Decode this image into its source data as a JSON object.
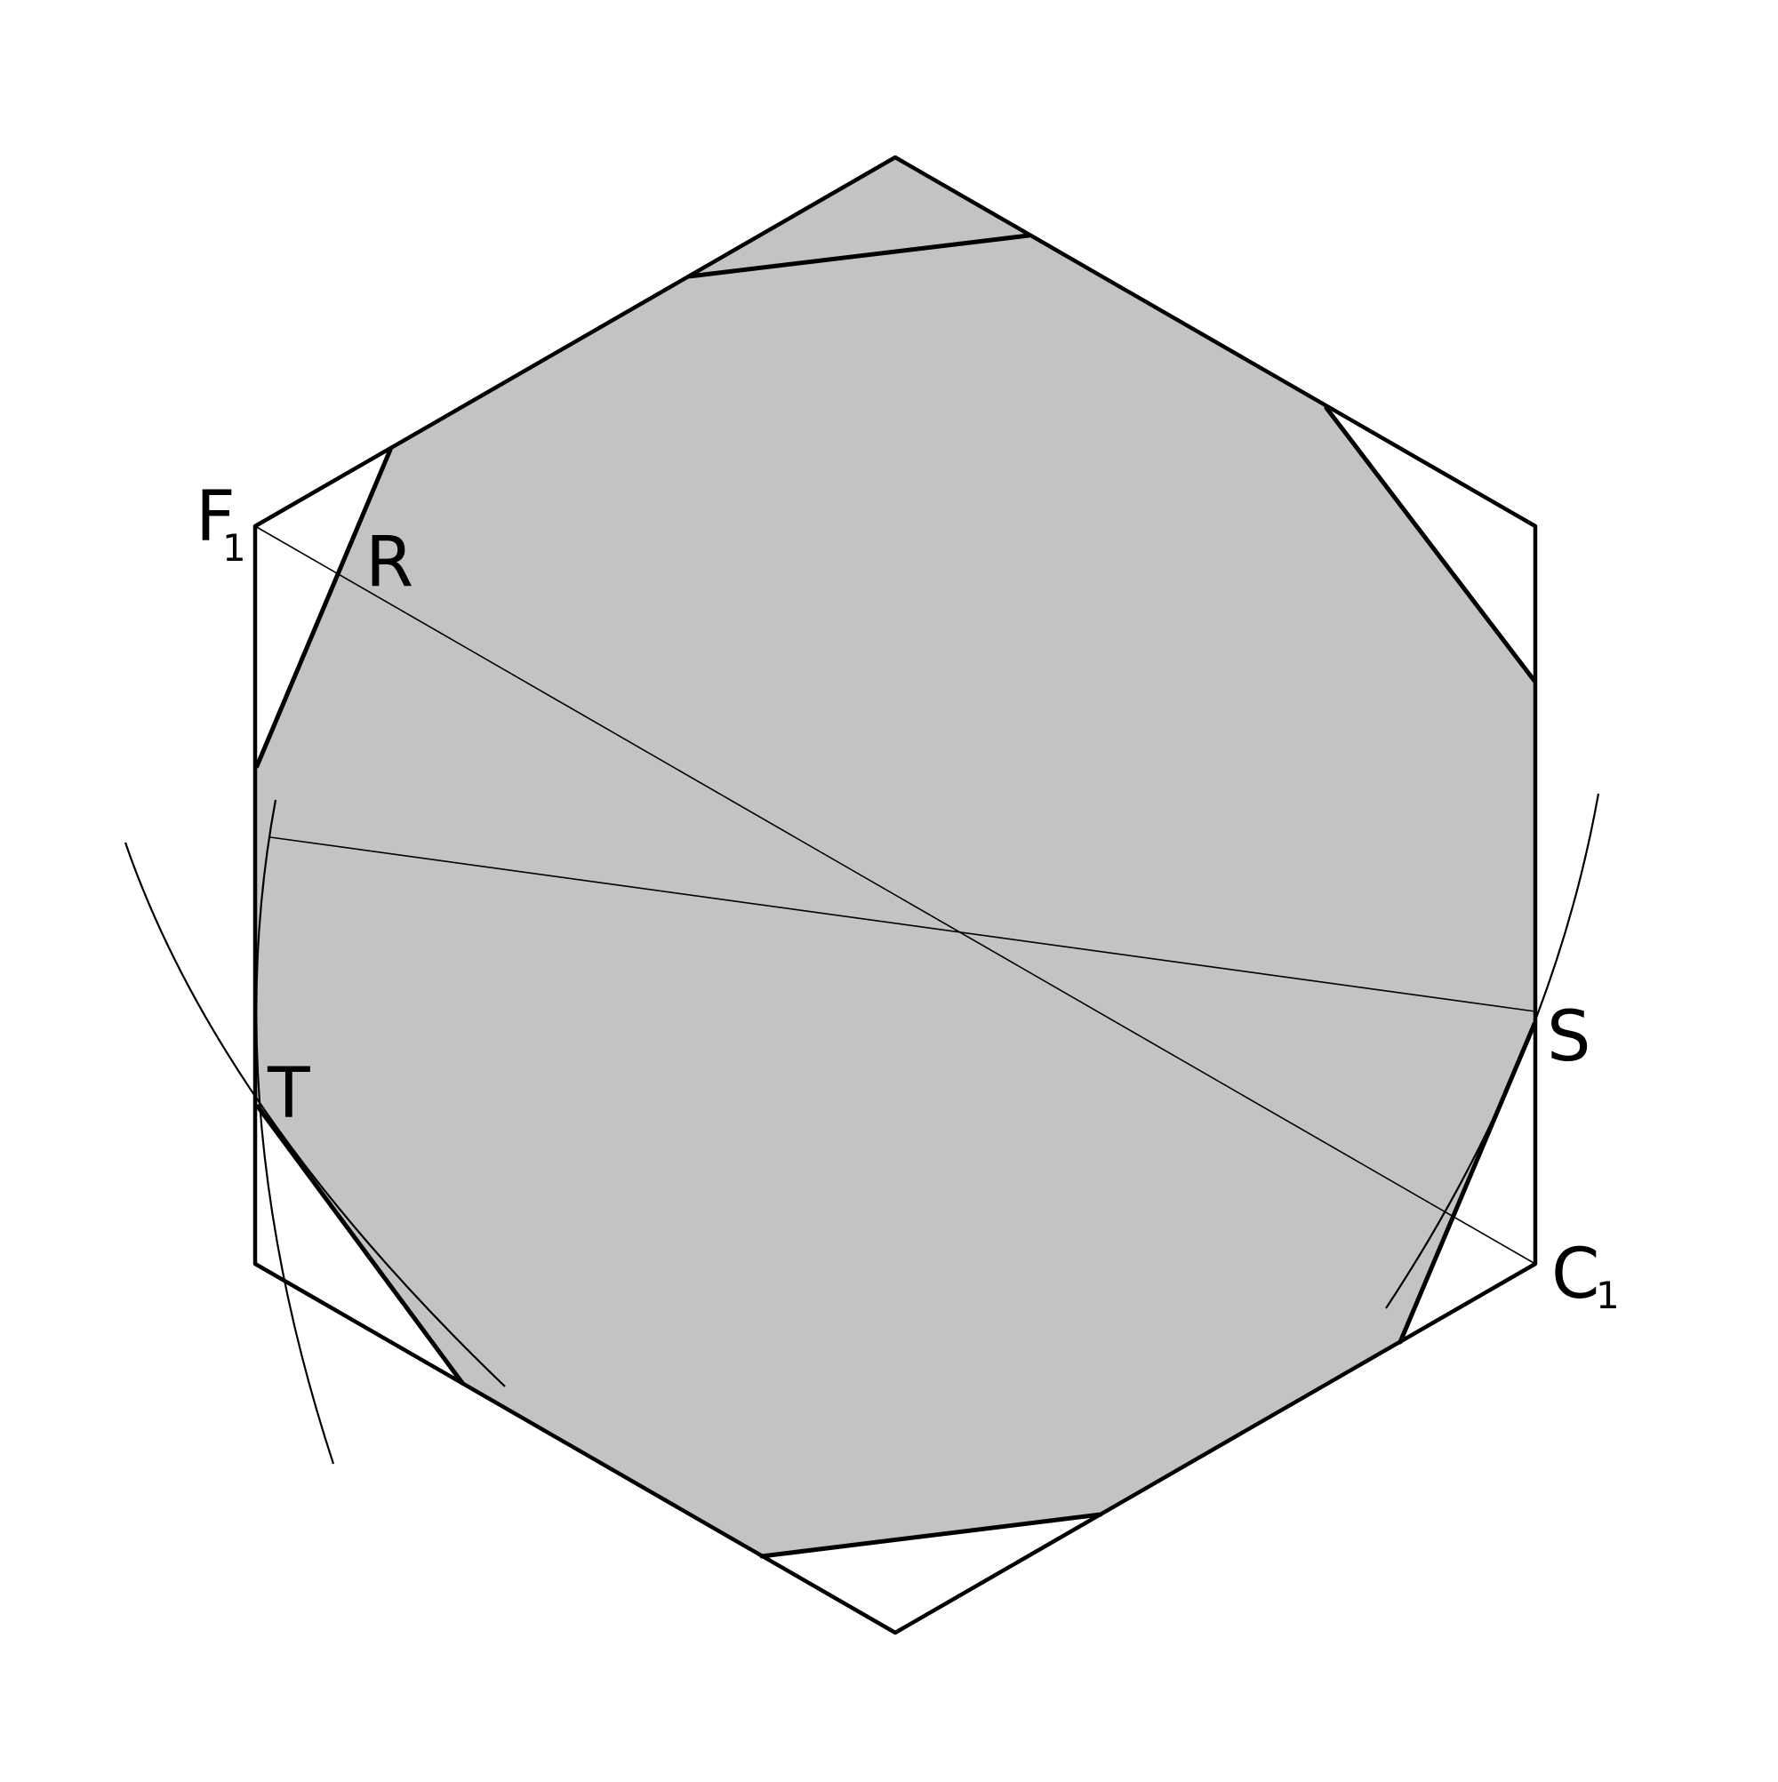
{
  "labels": {
    "F": "F",
    "F_sub": "1",
    "R": "R",
    "T": "T",
    "S": "S",
    "C": "C",
    "C_sub": "1"
  },
  "colors": {
    "fill": "#c3c3c3",
    "stroke": "#000000",
    "background": "#ffffff"
  }
}
